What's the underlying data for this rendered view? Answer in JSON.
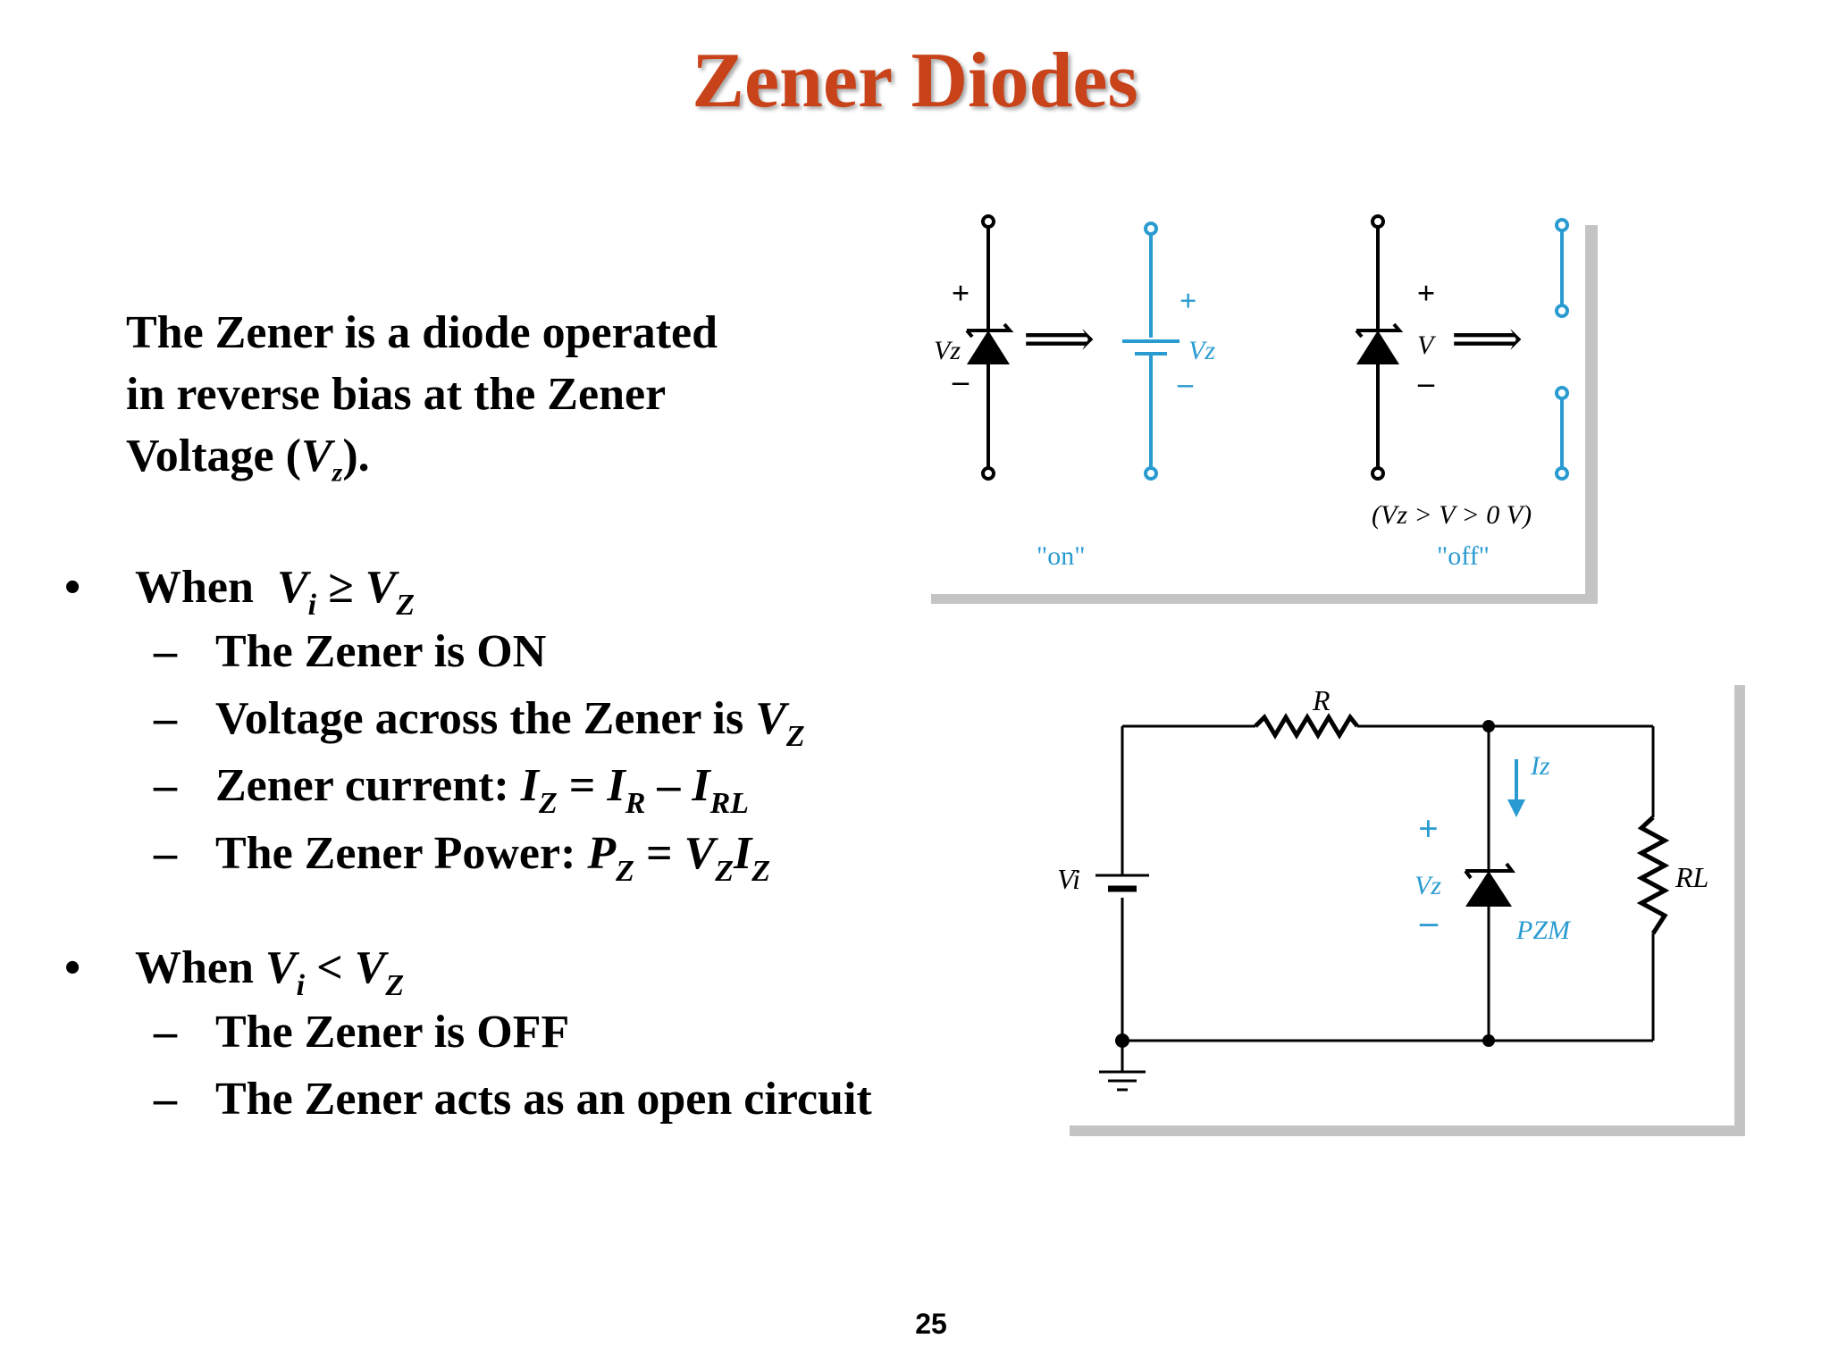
{
  "title": "Zener Diodes",
  "intro": {
    "line1": "The Zener is a diode operated",
    "line2": "in reverse bias at the Zener",
    "line3_prefix": "Voltage (",
    "line3_var": "V",
    "line3_sub": "z",
    "line3_suffix": ")."
  },
  "bullet1": {
    "marker": "•",
    "label": "When ",
    "cond_v": "V",
    "cond_sub_i": "i",
    "cond_op": " ≥ ",
    "cond_v2": "V",
    "cond_sub_z": "Z",
    "items": [
      {
        "dash": "–",
        "text": "The Zener is ON"
      },
      {
        "dash": "–",
        "text": "Voltage across the Zener is ",
        "v": "V",
        "sub": "Z"
      },
      {
        "dash": "–",
        "text": "Zener current: ",
        "i1": "I",
        "s1": "Z",
        "eq": " = ",
        "i2": "I",
        "s2": "R",
        "minus": " – ",
        "i3": "I",
        "s3": "RL"
      },
      {
        "dash": "–",
        "text": "The Zener Power: ",
        "p": "P",
        "ps": "Z",
        "eq": " = ",
        "v": "V",
        "vs": "Z",
        "i": "I",
        "is": "Z"
      }
    ]
  },
  "bullet2": {
    "marker": "•",
    "label": "When ",
    "cond_v": "V",
    "cond_sub_i": "i",
    "cond_op": " < ",
    "cond_v2": "V",
    "cond_sub_z": "Z",
    "items": [
      {
        "dash": "–",
        "text": "The Zener is OFF"
      },
      {
        "dash": "–",
        "text": "The Zener acts as an open circuit"
      }
    ]
  },
  "diagram1": {
    "vz_left": "Vz",
    "plus": "+",
    "minus": "–",
    "vz_on": "Vz",
    "v_off": "V",
    "condition": "(Vz > V > 0 V)",
    "on_label": "\"on\"",
    "off_label": "\"off\"",
    "arrow": "⟹",
    "line_color": "#000000",
    "accent_color": "#2a9bd1"
  },
  "diagram2": {
    "r_label": "R",
    "iz_label": "Iz",
    "vi_label": "Vi",
    "vz_label": "Vz",
    "pzm_label": "PZM",
    "rl_label": "RL",
    "plus": "+",
    "minus": "–"
  },
  "page_number": "25"
}
